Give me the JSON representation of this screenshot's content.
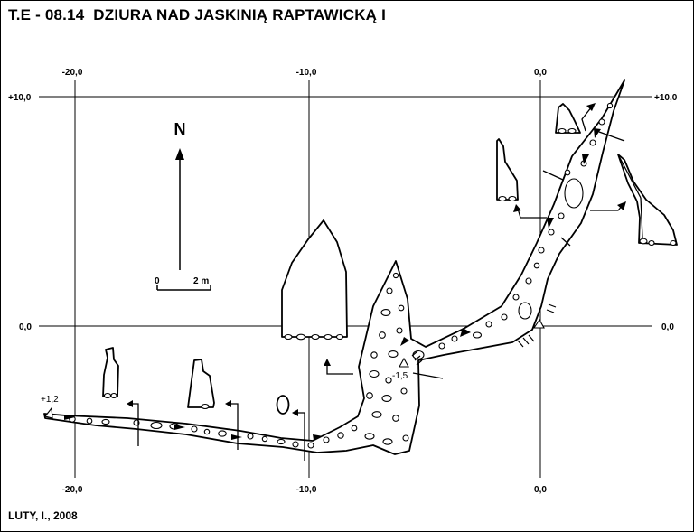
{
  "title": "T.E - 08.14  DZIURA NAD JASKINIĄ RAPTAWICKĄ I",
  "author": "LUTY, I., 2008",
  "north_label": "N",
  "scale_bar": {
    "start_label": "0",
    "end_label": "2 m"
  },
  "grid": {
    "x_labels_top": [
      "-20,0",
      "-10,0",
      "0,0"
    ],
    "x_labels_bottom": [
      "-20,0",
      "-10,0",
      "0,0"
    ],
    "y_labels_left": [
      "+10,0",
      "0,0"
    ],
    "y_labels_right": [
      "+10,0",
      "0,0"
    ]
  },
  "depth_marks": [
    "+1,2",
    "-1,5"
  ]
}
